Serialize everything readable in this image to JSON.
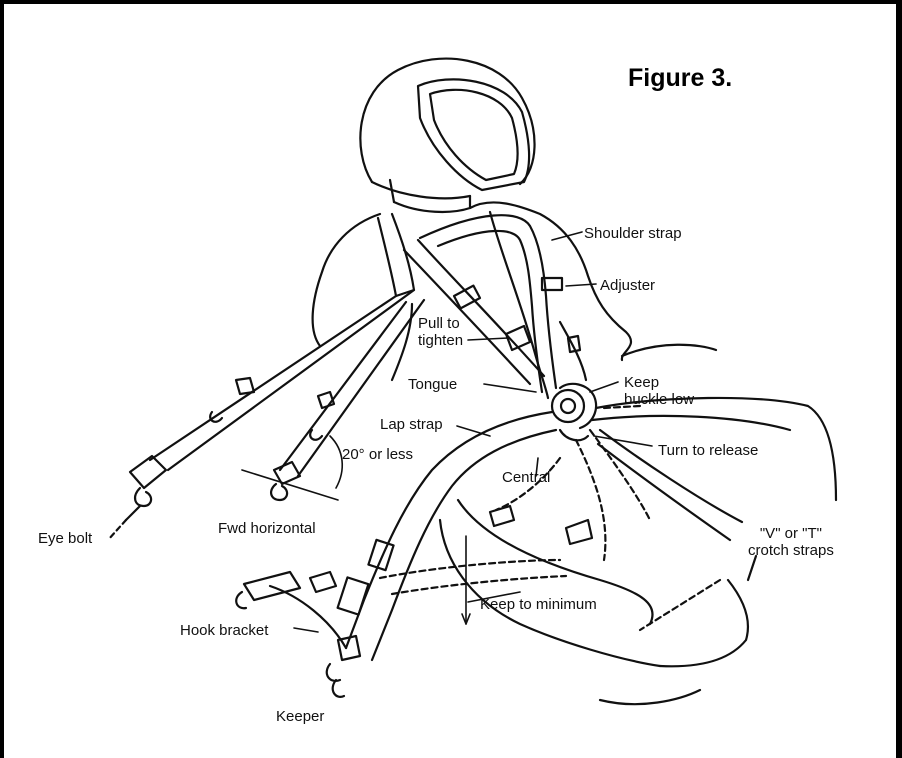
{
  "figure": {
    "title": "Figure 3."
  },
  "labels": {
    "shoulder_strap": "Shoulder strap",
    "adjuster": "Adjuster",
    "pull_to_tighten": "Pull to\ntighten",
    "tongue": "Tongue",
    "keep_buckle_low": "Keep\nbuckle low",
    "lap_strap": "Lap strap",
    "turn_to_release": "Turn to release",
    "angle": "20° or less",
    "central": "Central",
    "eye_bolt": "Eye bolt",
    "fwd_horizontal": "Fwd horizontal",
    "crotch_straps": "\"V\" or \"T\"\ncrotch straps",
    "keep_to_minimum": "Keep to minimum",
    "hook_bracket": "Hook bracket",
    "keeper": "Keeper"
  }
}
